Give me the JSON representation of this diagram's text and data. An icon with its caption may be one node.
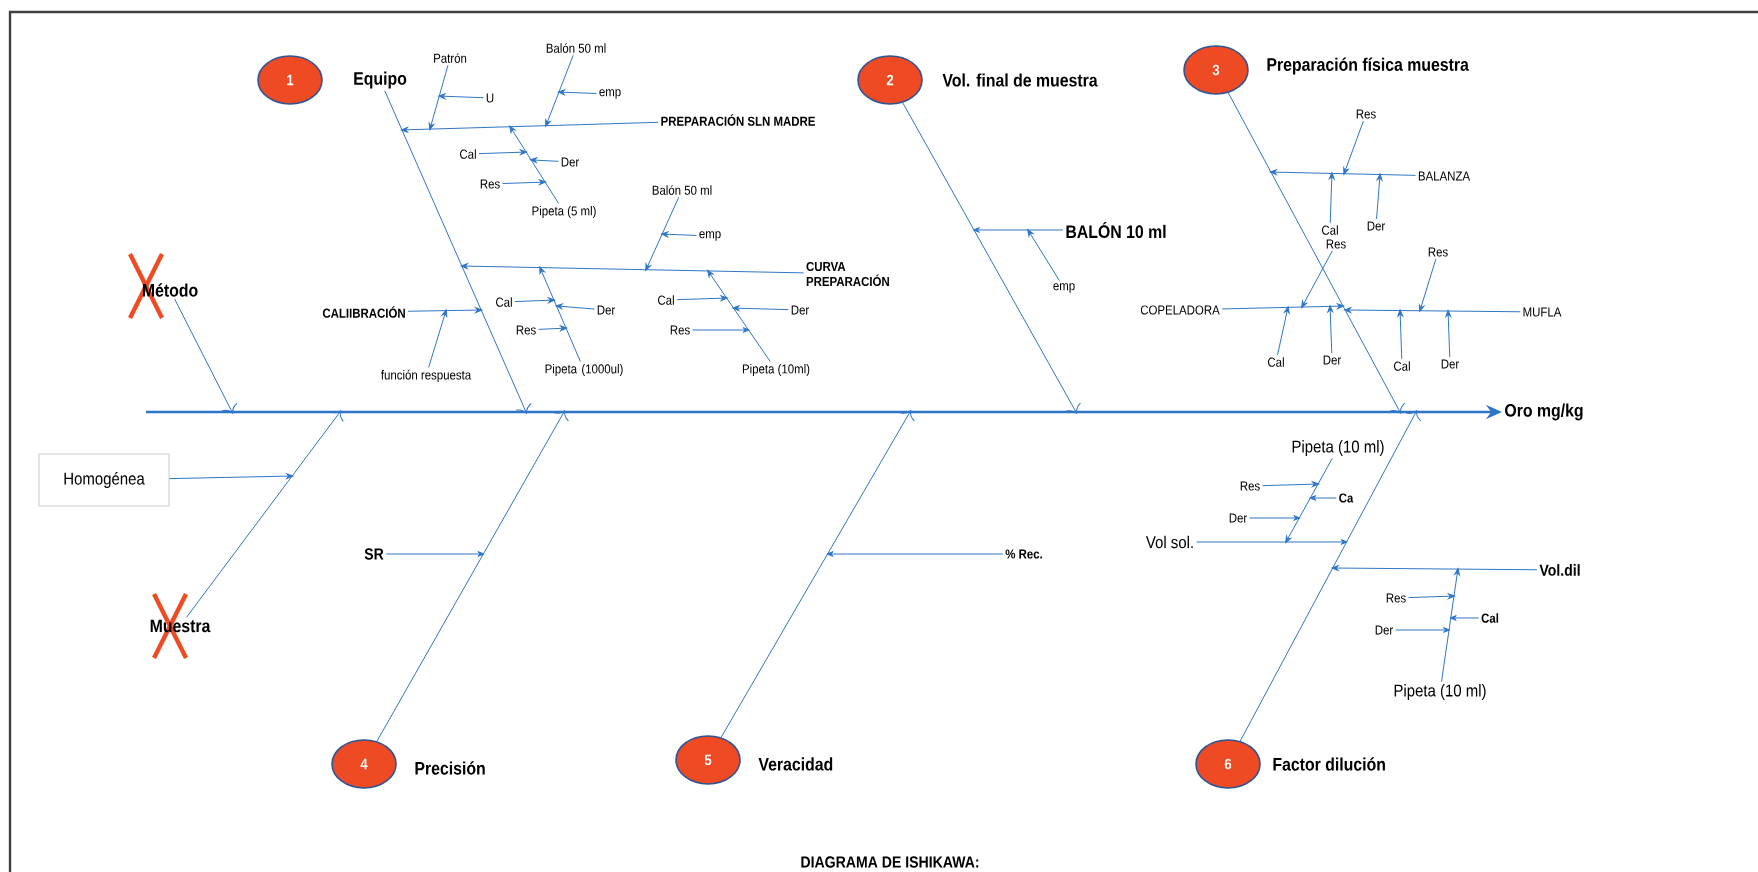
{
  "diagram": {
    "caption": "DIAGRAMA DE ISHIKAWA:",
    "nodes": [
      {
        "text": [
          "1",
          "Equipo"
        ]
      },
      {
        "text": [
          "Patrón"
        ]
      },
      {
        "text": [
          "U"
        ]
      },
      {
        "text": [
          "Balón 50 ml"
        ]
      },
      {
        "text": [
          "emp"
        ]
      },
      {
        "text": [
          "PREPARACIÓN SLN MADRE"
        ]
      },
      {
        "text": [
          "Cal"
        ]
      },
      {
        "text": [
          "Der"
        ]
      },
      {
        "text": [
          "Res"
        ]
      },
      {
        "text": [
          "Pipeta (5 ml)"
        ]
      },
      {
        "text": [
          "Balón 50 ml"
        ]
      },
      {
        "text": [
          "emp"
        ]
      },
      {
        "text": [
          "CURVA PREPARACIÓN"
        ]
      },
      {
        "text": [
          "Método"
        ]
      },
      {
        "text": [
          "CALIIBRACIÓN"
        ]
      },
      {
        "text": [
          "Cal"
        ]
      },
      {
        "text": [
          "Der"
        ]
      },
      {
        "text": [
          "Res"
        ]
      },
      {
        "text": [
          "Pipeta (1000ul)"
        ]
      },
      {
        "text": [
          "función respuesta"
        ]
      },
      {
        "text": [
          "Cal"
        ]
      },
      {
        "text": [
          "Der"
        ]
      },
      {
        "text": [
          "Res"
        ]
      },
      {
        "text": [
          "Pipeta (10ml)"
        ]
      },
      {
        "text": [
          "2",
          "Vol. final de muestra"
        ]
      },
      {
        "text": [
          "BALÓN  10 ml"
        ]
      },
      {
        "text": [
          "emp"
        ]
      },
      {
        "text": [
          "3",
          "Preparación física  muestra"
        ]
      },
      {
        "text": [
          "Res"
        ]
      },
      {
        "text": [
          "BALANZA"
        ]
      },
      {
        "text": [
          "Cal"
        ]
      },
      {
        "text": [
          "Der"
        ]
      },
      {
        "text": [
          "Res"
        ]
      },
      {
        "text": [
          "COPELADORA"
        ]
      },
      {
        "text": [
          "Res"
        ]
      },
      {
        "text": [
          "MUFLA"
        ]
      },
      {
        "text": [
          "Cal"
        ]
      },
      {
        "text": [
          "Der"
        ]
      },
      {
        "text": [
          "Cal"
        ]
      },
      {
        "text": [
          "Der"
        ]
      },
      {
        "text": [
          "Oro mg/kg"
        ]
      },
      {
        "text": [
          "Homogénea"
        ]
      },
      {
        "text": [
          "SR"
        ]
      },
      {
        "text": [
          "% Rec."
        ]
      },
      {
        "text": [
          "Pipeta (10 ml)"
        ]
      },
      {
        "text": [
          "Res"
        ]
      },
      {
        "text": [
          "Ca"
        ]
      },
      {
        "text": [
          "Der"
        ]
      },
      {
        "text": [
          "Vol sol."
        ]
      },
      {
        "text": [
          "Vol.dil"
        ]
      },
      {
        "text": [
          "Res"
        ]
      },
      {
        "text": [
          "Cal"
        ]
      },
      {
        "text": [
          "Der"
        ]
      },
      {
        "text": [
          "Pipeta (10 ml)"
        ]
      },
      {
        "text": [
          "Muestra"
        ]
      },
      {
        "text": [
          "4",
          "Precisión"
        ]
      },
      {
        "text": [
          "5",
          "Veracidad"
        ]
      },
      {
        "text": [
          "6",
          "Factor dilución"
        ]
      }
    ],
    "edges": [
      {
        "from": 0,
        "to": 40,
        "arrow": "to"
      },
      {
        "from": 1,
        "to": 40,
        "arrow": "to"
      },
      {
        "from": 2,
        "to": 40,
        "arrow": "to"
      },
      {
        "from": 3,
        "to": 40,
        "arrow": "to"
      },
      {
        "from": 4,
        "to": 40,
        "arrow": "to"
      },
      {
        "from": 5,
        "to": 40,
        "arrow": "to"
      },
      {
        "from": 6,
        "to": 40,
        "arrow": "to"
      },
      {
        "from": 7,
        "to": 40,
        "arrow": "to"
      },
      {
        "from": 8,
        "to": 40,
        "arrow": "to"
      },
      {
        "from": 9,
        "to": 40,
        "arrow": "to"
      },
      {
        "from": 10,
        "to": 40,
        "arrow": "to"
      },
      {
        "from": 11,
        "to": 40,
        "arrow": "to"
      },
      {
        "from": 12,
        "to": 40,
        "arrow": "to"
      },
      {
        "from": 13,
        "to": 40,
        "arrow": "to"
      },
      {
        "from": 14,
        "to": 40,
        "arrow": "to"
      },
      {
        "from": 15,
        "to": 40,
        "arrow": "to"
      },
      {
        "from": 16,
        "to": 40,
        "arrow": "to"
      },
      {
        "from": 17,
        "to": 40,
        "arrow": "to"
      },
      {
        "from": 18,
        "to": 40,
        "arrow": "to"
      },
      {
        "from": 19,
        "to": 40,
        "arrow": "to"
      },
      {
        "from": 20,
        "to": 40,
        "arrow": "to"
      },
      {
        "from": 21,
        "to": 40,
        "arrow": "to"
      },
      {
        "from": 22,
        "to": 40,
        "arrow": "to"
      },
      {
        "from": 23,
        "to": 40,
        "arrow": "to"
      },
      {
        "from": 24,
        "to": 40,
        "arrow": "to"
      },
      {
        "from": 25,
        "to": 40,
        "arrow": "to"
      },
      {
        "from": 26,
        "to": 40,
        "arrow": "to"
      },
      {
        "from": 27,
        "to": 40,
        "arrow": "to"
      },
      {
        "from": 28,
        "to": 40,
        "arrow": "to"
      },
      {
        "from": 29,
        "to": 40,
        "arrow": "to"
      },
      {
        "from": 30,
        "to": 40,
        "arrow": "to"
      },
      {
        "from": 31,
        "to": 40,
        "arrow": "to"
      },
      {
        "from": 32,
        "to": 40,
        "arrow": "to"
      },
      {
        "from": 33,
        "to": 40,
        "arrow": "to"
      },
      {
        "from": 34,
        "to": 40,
        "arrow": "to"
      },
      {
        "from": 35,
        "to": 40,
        "arrow": "to"
      },
      {
        "from": 36,
        "to": 40,
        "arrow": "to"
      },
      {
        "from": 37,
        "to": 40,
        "arrow": "to"
      },
      {
        "from": 38,
        "to": 40,
        "arrow": "to"
      },
      {
        "from": 39,
        "to": 40,
        "arrow": "to"
      },
      {
        "from": 41,
        "to": 40,
        "arrow": "to"
      },
      {
        "from": 42,
        "to": 40,
        "arrow": "to"
      },
      {
        "from": 43,
        "to": 40,
        "arrow": "to"
      },
      {
        "from": 44,
        "to": 40,
        "arrow": "to"
      },
      {
        "from": 45,
        "to": 40,
        "arrow": "to"
      },
      {
        "from": 46,
        "to": 40,
        "arrow": "to"
      },
      {
        "from": 47,
        "to": 40,
        "arrow": "to"
      },
      {
        "from": 48,
        "to": 40,
        "arrow": "to"
      },
      {
        "from": 49,
        "to": 40,
        "arrow": "to"
      },
      {
        "from": 50,
        "to": 40,
        "arrow": "to"
      },
      {
        "from": 51,
        "to": 40,
        "arrow": "to"
      },
      {
        "from": 52,
        "to": 40,
        "arrow": "to"
      },
      {
        "from": 53,
        "to": 40,
        "arrow": "to"
      },
      {
        "from": 54,
        "to": 40,
        "arrow": "to"
      },
      {
        "from": 55,
        "to": 40,
        "arrow": "to"
      },
      {
        "from": 56,
        "to": 40,
        "arrow": "to"
      },
      {
        "from": 57,
        "to": 40,
        "arrow": "to"
      }
    ]
  }
}
